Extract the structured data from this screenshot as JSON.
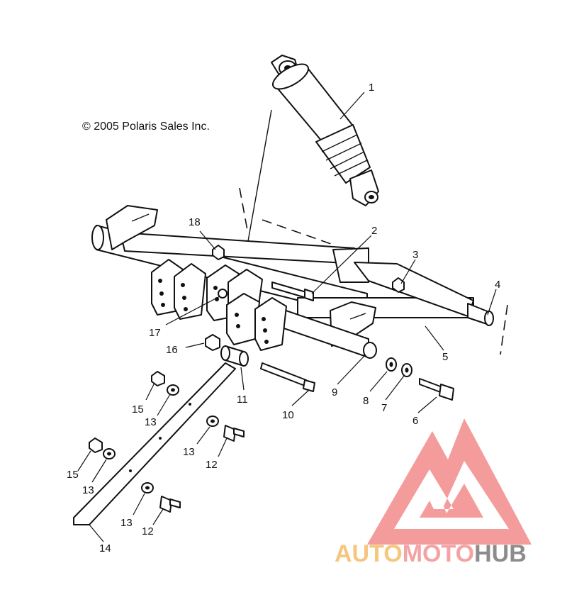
{
  "copyright": "© 2005 Polaris Sales Inc.",
  "labels": {
    "p1": "1",
    "p2": "2",
    "p3": "3",
    "p4": "4",
    "p5": "5",
    "p6": "6",
    "p7": "7",
    "p8": "8",
    "p9": "9",
    "p10": "10",
    "p11": "11",
    "p12a": "12",
    "p12b": "12",
    "p13a": "13",
    "p13b": "13",
    "p13c": "13",
    "p13d": "13",
    "p14": "14",
    "p15a": "15",
    "p15b": "15",
    "p16": "16",
    "p17": "17",
    "p18": "18"
  },
  "watermark": {
    "word_1": "AUTO",
    "word_2": "MOTO",
    "word_3": "HUB",
    "color_1": "#f5c77e",
    "color_2": "#f4a3a3",
    "color_3": "#8c8c8c",
    "logo_color": "#f28b8b"
  }
}
